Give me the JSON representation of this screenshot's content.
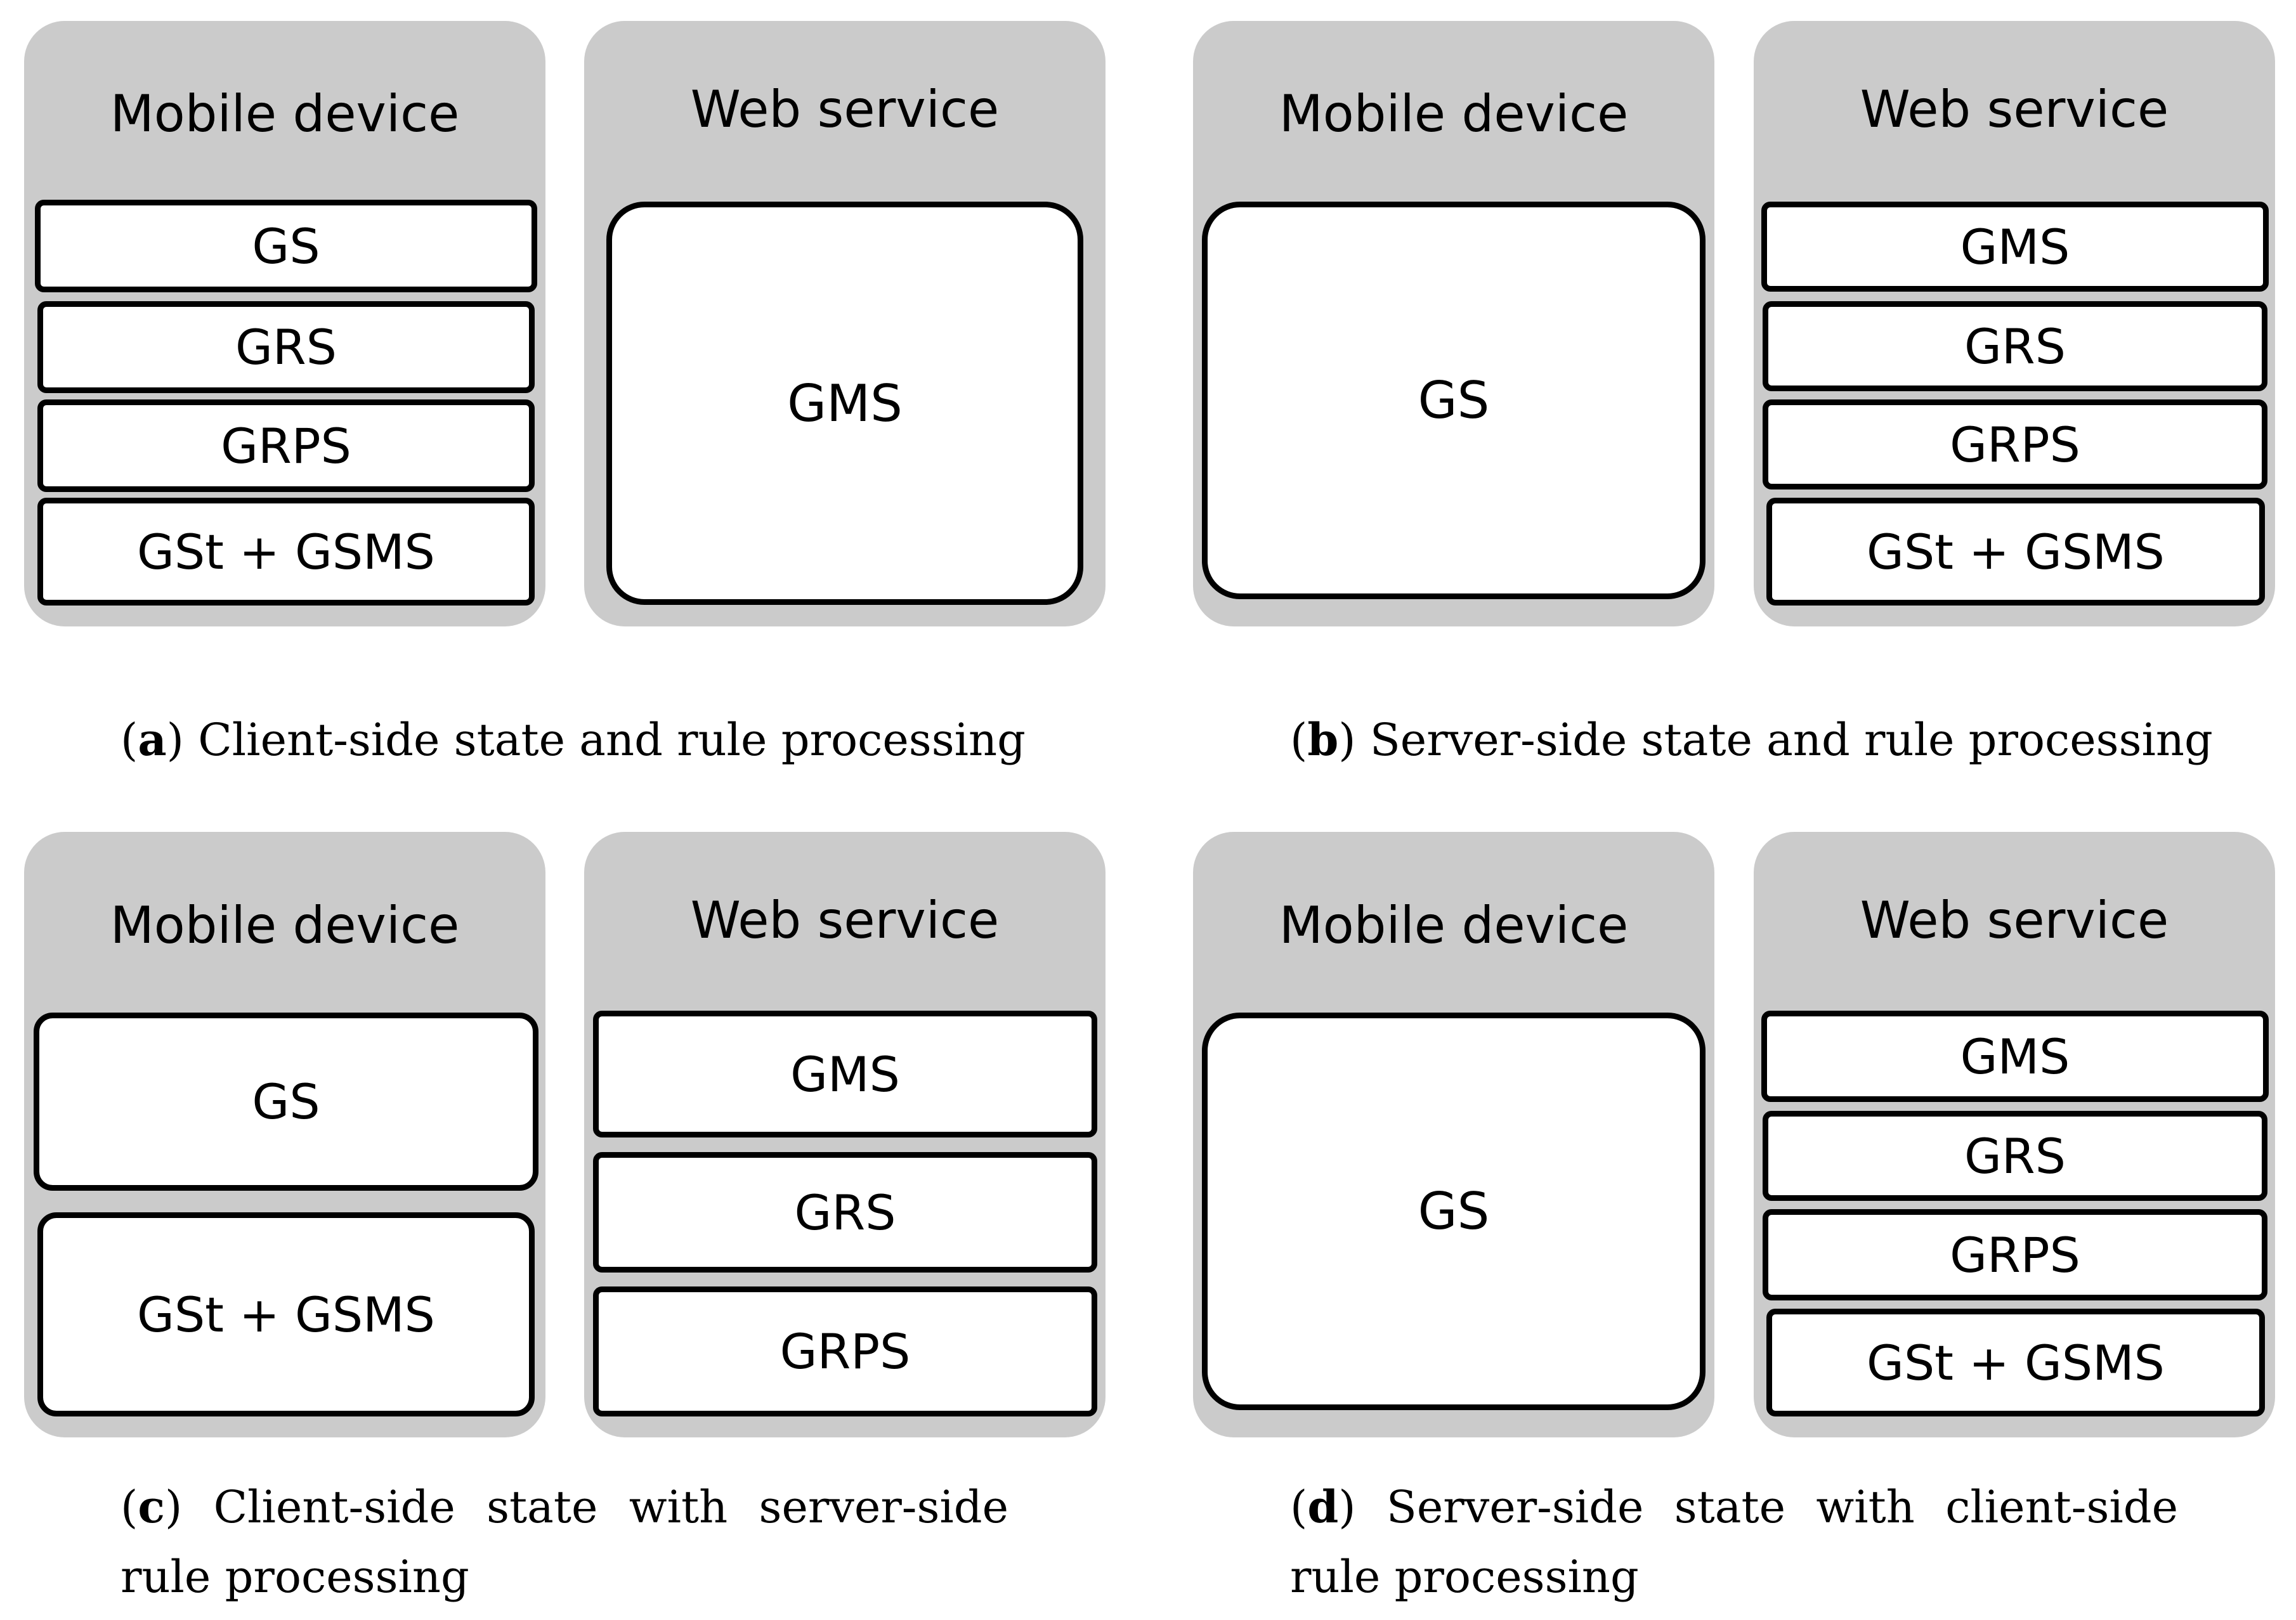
{
  "labels": {
    "mobile": "Mobile device",
    "web": "Web service",
    "GS": "GS",
    "GMS": "GMS",
    "GRS": "GRS",
    "GRPS": "GRPS",
    "GSTGSMS": "GSt + GSMS"
  },
  "captions": {
    "a": {
      "letter": "a",
      "text": "Client-side state and rule processing"
    },
    "b": {
      "letter": "b",
      "text": "Server-side state and rule processing"
    },
    "c": {
      "letter": "c",
      "text": "Client-side state with server-side rule processing"
    },
    "d": {
      "letter": "d",
      "text": "Server-side state with client-side rule processing"
    }
  }
}
